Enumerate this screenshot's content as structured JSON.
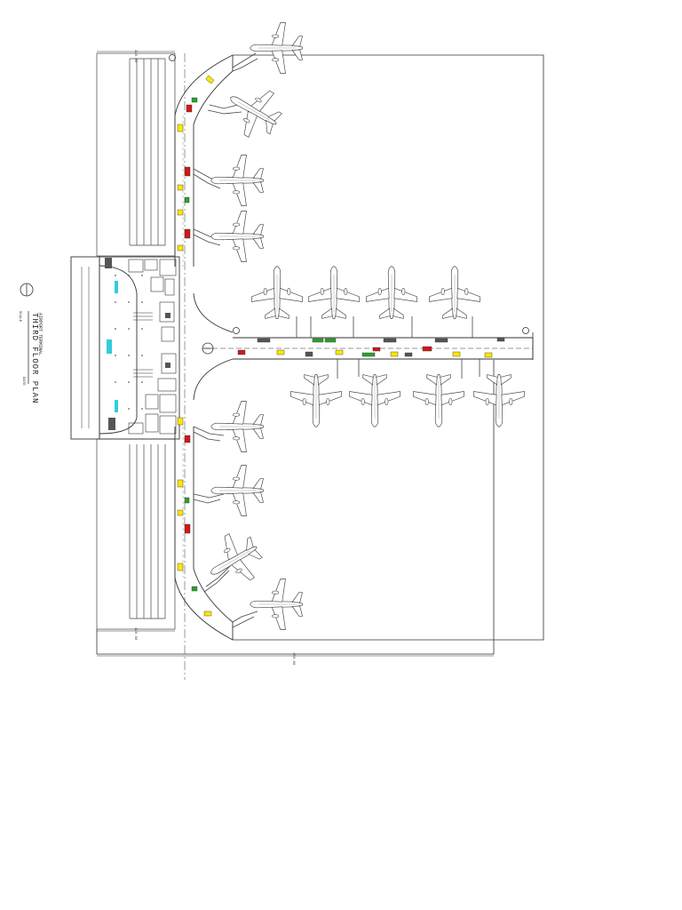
{
  "title": {
    "project": "AIRPORT TERMINAL",
    "sheet": "THIRD FLOOR PLAN",
    "scale": "SCALE",
    "date": "DATE"
  },
  "colors": {
    "line": "#333333",
    "yellow": "#ffe600",
    "red": "#d01818",
    "green": "#29a329",
    "cyan": "#33ccdd",
    "grey": "#555555"
  },
  "icons": {
    "aircraft": "airplane-icon",
    "north": "north-arrow-icon"
  },
  "aircraft_count": 16,
  "dims": {
    "top": "120.00",
    "bottom": "120.00",
    "overall": "450.00"
  }
}
